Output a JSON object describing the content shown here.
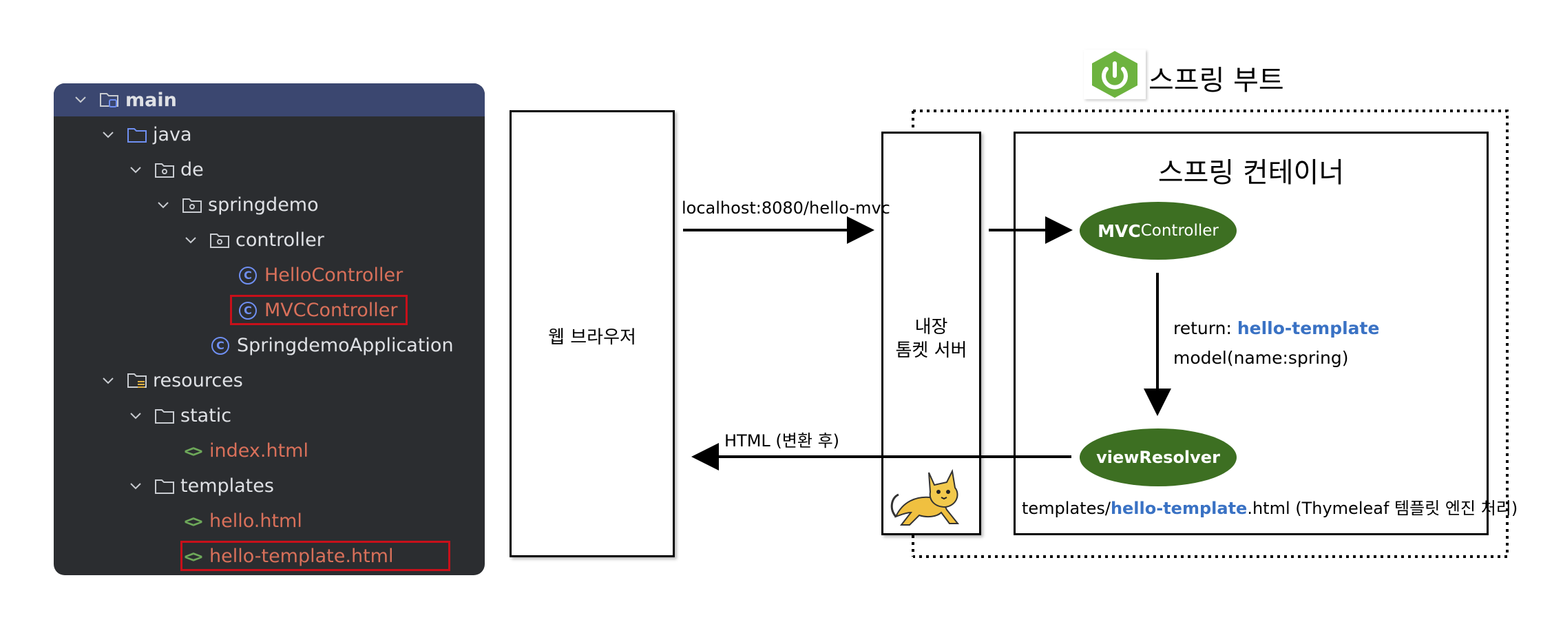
{
  "tree": {
    "items": [
      {
        "label": "main"
      },
      {
        "label": "java"
      },
      {
        "label": "de"
      },
      {
        "label": "springdemo"
      },
      {
        "label": "controller"
      },
      {
        "label": "HelloController"
      },
      {
        "label": "MVCController"
      },
      {
        "label": "SpringdemoApplication"
      },
      {
        "label": "resources"
      },
      {
        "label": "static"
      },
      {
        "label": "index.html"
      },
      {
        "label": "templates"
      },
      {
        "label": "hello.html"
      },
      {
        "label": "hello-template.html"
      }
    ],
    "colors": {
      "background": "#2b2d30",
      "selected": "#3b4770",
      "file_red": "#d9705a",
      "highlight_box": "#c8101a"
    }
  },
  "diagram": {
    "spring_boot_title": "스프링 부트",
    "browser_label": "웹 브라우저",
    "request_label": "localhost:8080/hello-mvc",
    "response_label": "HTML (변환 후)",
    "tomcat_label_line1": "내장",
    "tomcat_label_line2": "톰켓 서버",
    "container_title": "스프링 컨테이너",
    "controller_node_prefix": "MVC",
    "controller_node_suffix": "Controller",
    "return_prefix": "return: ",
    "return_value": "hello-template",
    "model_label": "model(name:spring)",
    "view_resolver_node": "viewResolver",
    "template_prefix": "templates/",
    "template_name": "hello-template",
    "template_suffix": ".html (Thymeleaf 템플릿 엔진 처리)",
    "colors": {
      "node_green": "#3d6f22",
      "accent_blue": "#3a72c4",
      "spring_logo": "#6db33f"
    }
  }
}
